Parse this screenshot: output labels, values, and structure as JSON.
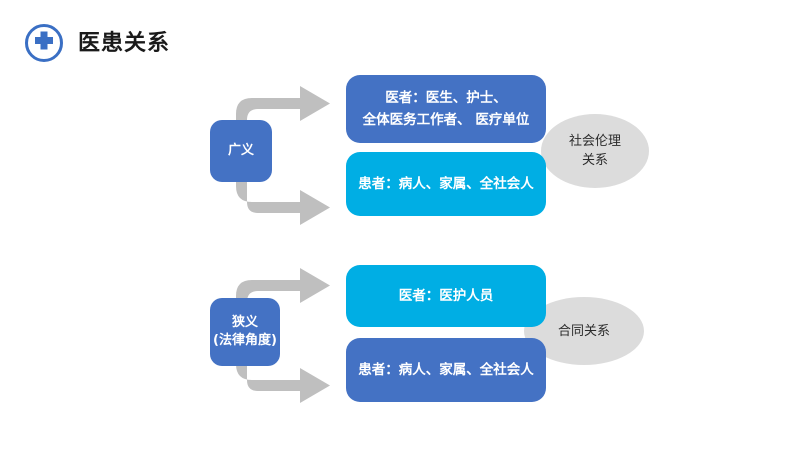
{
  "header": {
    "title": "医患关系",
    "icon": "medical-cross-circle-icon",
    "icon_color": "#4472c4"
  },
  "colors": {
    "blue": "#4472c4",
    "cyan": "#00aee4",
    "gray_ellipse": "#dcdcdc",
    "gray_arrow": "#bfbfbf",
    "title_text": "#1a1a1a",
    "box_text": "#ffffff"
  },
  "groups": [
    {
      "id": "broad-sense",
      "label": "广义",
      "label_sub": "",
      "relation": "社会伦理\n关系",
      "rows": [
        {
          "id": "broad-doctor",
          "text": "医者：医生、护士、\n全体医务工作者、 医疗单位",
          "color": "blue"
        },
        {
          "id": "broad-patient",
          "text": "患者：病人、家属、全社会人",
          "color": "cyan"
        }
      ]
    },
    {
      "id": "narrow-sense",
      "label": "狭义",
      "label_sub": "(法律角度)",
      "relation": "合同关系",
      "rows": [
        {
          "id": "narrow-doctor",
          "text": "医者：医护人员",
          "color": "cyan"
        },
        {
          "id": "narrow-patient",
          "text": "患者：病人、家属、全社会人",
          "color": "blue"
        }
      ]
    }
  ]
}
